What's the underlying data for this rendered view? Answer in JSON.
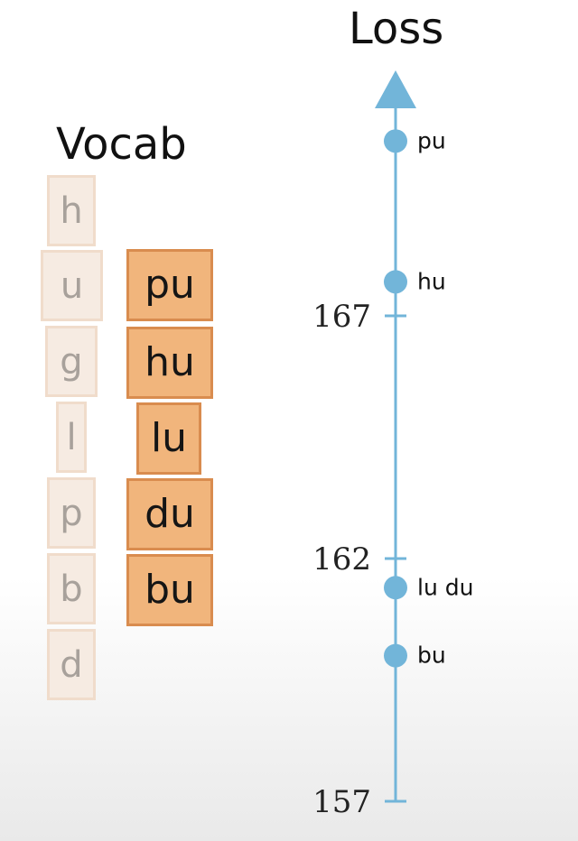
{
  "vocab": {
    "title": "Vocab",
    "characters": [
      "h",
      "u",
      "g",
      "l",
      "p",
      "b",
      "d"
    ],
    "merged_tokens": [
      "pu",
      "hu",
      "lu",
      "du",
      "bu"
    ]
  },
  "loss_axis": {
    "title": "Loss",
    "ticks": [
      {
        "value": 167,
        "label": "167"
      },
      {
        "value": 162,
        "label": "162"
      },
      {
        "value": 157,
        "label": "157"
      }
    ],
    "points": [
      {
        "label": "pu",
        "value": 170.6
      },
      {
        "label": "hu",
        "value": 167.7
      },
      {
        "label": "lu du",
        "value": 161.4
      },
      {
        "label": "bu",
        "value": 160.0
      }
    ],
    "colors": {
      "axis": "#72b5d9",
      "point": "#72b5d9"
    }
  }
}
